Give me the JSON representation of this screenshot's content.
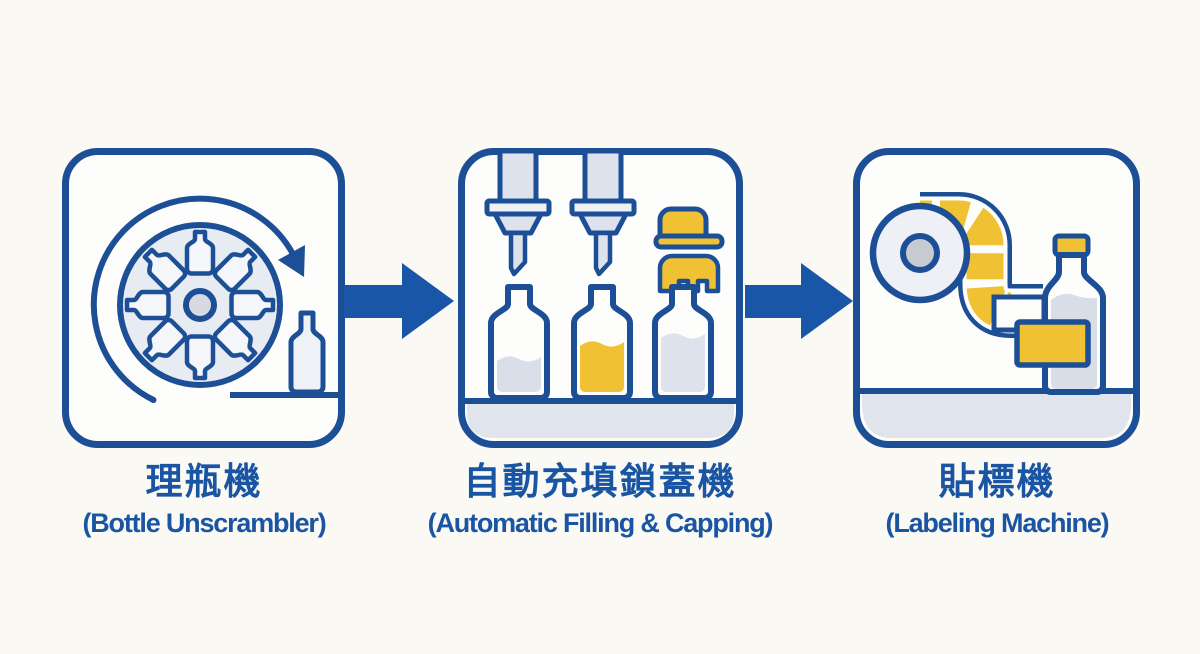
{
  "diagram": {
    "stages": [
      {
        "title_zh": "理瓶機",
        "title_en": "(Bottle Unscrambler)",
        "icon": "rotary-unscrambler-icon",
        "elements": [
          "rotary-disc",
          "center-hub",
          "8 radial bottles",
          "clockwise-rotation-arrow",
          "outfeed-bottle",
          "outfeed-line"
        ]
      },
      {
        "title_zh": "自動充填鎖蓋機",
        "title_en": "(Automatic Filling & Capping)",
        "icon": "filling-capping-icon",
        "elements": [
          "2 filling nozzles",
          "2 yellow caps",
          "empty bottle",
          "filled bottle (yellow)",
          "capped bottle",
          "conveyor"
        ]
      },
      {
        "title_zh": "貼標機",
        "title_en": "(Labeling Machine)",
        "icon": "labeling-machine-icon",
        "elements": [
          "label roll",
          "label strip (yellow labels)",
          "backing paper",
          "labeled bottle with yellow cap",
          "conveyor"
        ]
      }
    ],
    "connectors": [
      {
        "type": "arrow-right",
        "from": "stage-1",
        "to": "stage-2"
      },
      {
        "type": "arrow-right",
        "from": "stage-2",
        "to": "stage-3"
      }
    ],
    "colors": {
      "outline_blue": "#1d4f96",
      "arrow_blue": "#1a56a8",
      "text_blue": "#1a55a3",
      "accent_yellow": "#f0c233",
      "machine_gray": "#dfe4ed",
      "light_fill": "#eef1f6",
      "background": "#faf9f4",
      "panel_background": "#fdfdfb"
    }
  }
}
